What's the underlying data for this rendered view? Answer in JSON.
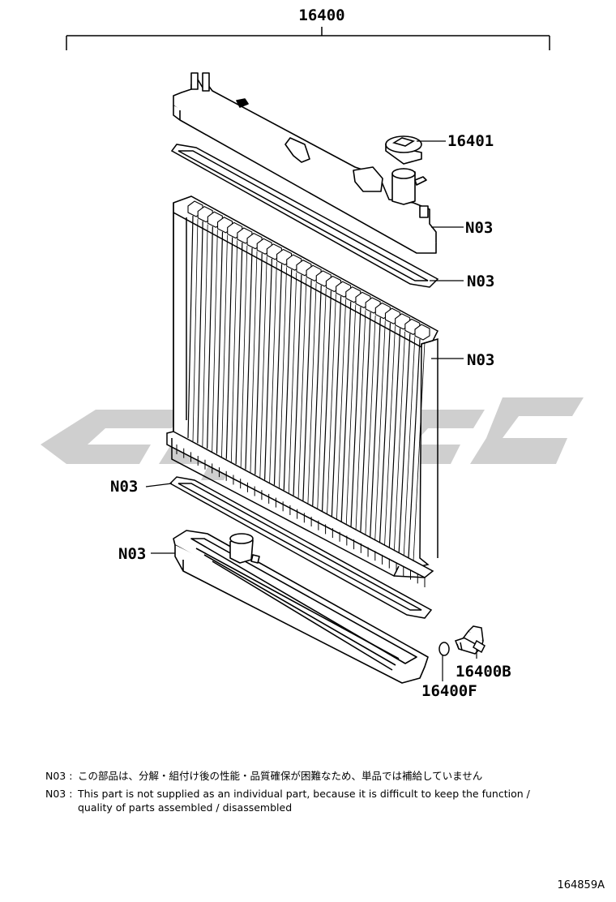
{
  "callouts": {
    "assembly": "16400",
    "cap": "16401",
    "n03_upper_tank": "N03",
    "n03_upper_gasket": "N03",
    "n03_core": "N03",
    "n03_lower_gasket": "N03",
    "n03_lower_tank": "N03",
    "drain_cock": "16400B",
    "drain_oring": "16400F"
  },
  "watermark_text": "cyoc",
  "notes": [
    {
      "code": "N03 :",
      "text": "この部品は、分解・組付け後の性能・品質確保が困難なため、単品では補給していません"
    },
    {
      "code": "N03 :",
      "text": "This part is not supplied as an individual part, because it is difficult to keep the function /\nquality of parts assembled / disassembled"
    }
  ],
  "drawing_id": "164859A"
}
